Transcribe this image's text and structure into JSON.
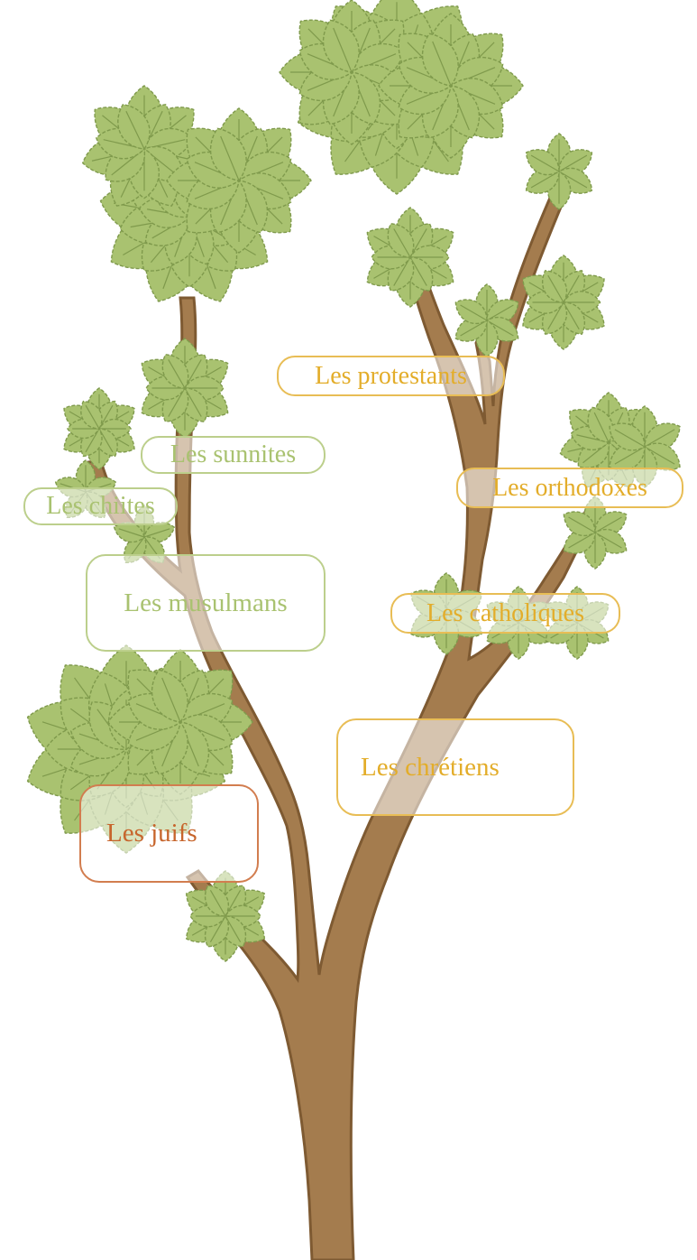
{
  "colors": {
    "trunk": "#a47c4e",
    "trunk_stroke": "#7e5a32",
    "leaf": "#a9c270",
    "leaf_stroke": "#7f9a4c",
    "label_yellow": "#e3ad2a",
    "label_olive": "#a9c270",
    "label_orange": "#c7652c",
    "background": "#ffffff"
  },
  "labels": {
    "protestants": "Les protestants",
    "orthodoxes": "Les orthodoxes",
    "catholiques": "Les catholiques",
    "chretiens": "Les chrétiens",
    "sunnites": "Les sunnites",
    "chiites": "Les chiites",
    "musulmans": "Les musulmans",
    "juifs": "Les juifs"
  }
}
